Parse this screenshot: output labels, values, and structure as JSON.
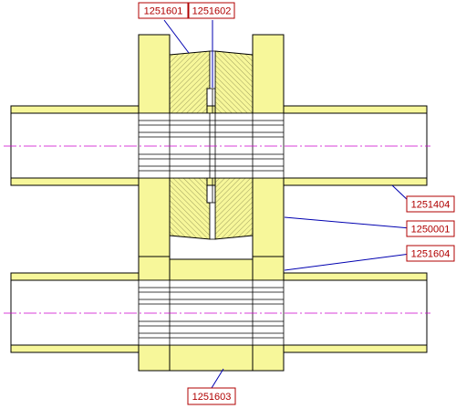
{
  "labels": {
    "part_top_left": "1251601",
    "part_top_right": "1251602",
    "part_shaft_upper": "1251404",
    "part_coupling": "1250001",
    "part_sleeve": "1251604",
    "part_bottom": "1251603"
  },
  "colors": {
    "part_fill": "#f7f79a",
    "outline": "#000000",
    "hatch": "#6e6e3c",
    "centerline": "#cc00cc",
    "leader": "#0000b0",
    "label_text": "#b00000",
    "label_border": "#b00000",
    "label_bg": "#ffffff"
  }
}
